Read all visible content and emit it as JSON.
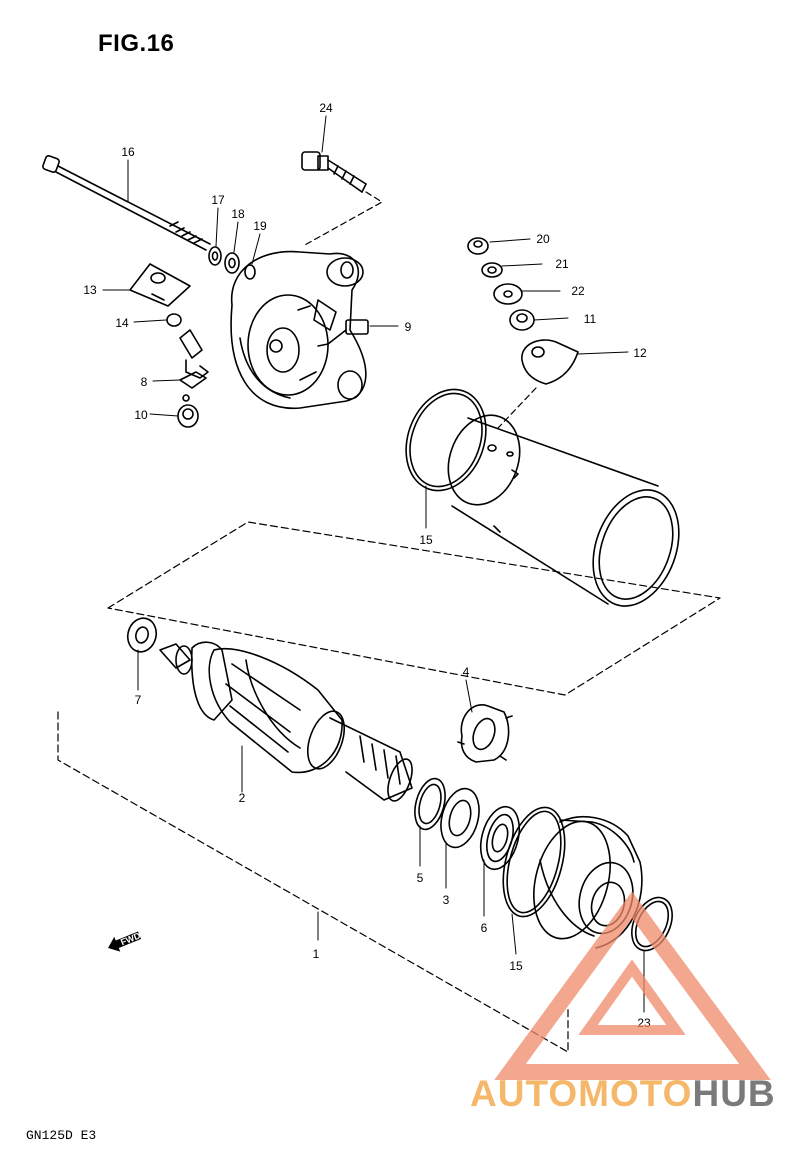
{
  "figure": {
    "title": "FIG.16",
    "model": "GN125D  E3"
  },
  "callouts": [
    "1",
    "2",
    "3",
    "4",
    "5",
    "6",
    "7",
    "8",
    "9",
    "10",
    "11",
    "12",
    "13",
    "14",
    "15",
    "15",
    "16",
    "17",
    "18",
    "19",
    "20",
    "21",
    "22",
    "23",
    "24"
  ],
  "direction_marker": "FWD",
  "watermark": {
    "part1": "AUTOMOTO",
    "part2": "HUB",
    "color_main": "#f08a6a",
    "color_text": "#f5b86a",
    "color_text2": "#7a7a7a"
  }
}
